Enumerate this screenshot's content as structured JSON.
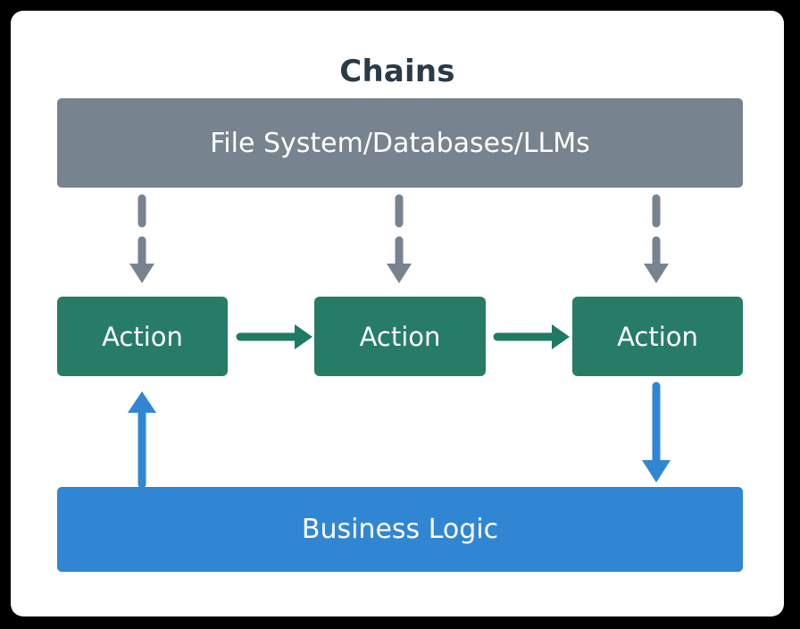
{
  "diagram": {
    "title": "Chains",
    "title_color": "#2b3a47",
    "background_color": "#000000",
    "card_color": "#ffffff",
    "nodes": {
      "source_bar": {
        "label": "File System/Databases/LLMs",
        "color": "#77838f",
        "text_color": "#ffffff"
      },
      "business_bar": {
        "label": "Business Logic",
        "color": "#3186d4",
        "text_color": "#ffffff"
      },
      "actions": [
        {
          "label": "Action",
          "color": "#277c68",
          "text_color": "#ffffff"
        },
        {
          "label": "Action",
          "color": "#277c68",
          "text_color": "#ffffff"
        },
        {
          "label": "Action",
          "color": "#277c68",
          "text_color": "#ffffff"
        }
      ]
    },
    "connectors": {
      "source_to_action": {
        "style": "dashed",
        "color": "#77838f",
        "direction": "down",
        "count": 3
      },
      "action_to_action": {
        "style": "solid",
        "color": "#1e7a64",
        "direction": "right",
        "count": 2
      },
      "business_to_action": {
        "style": "solid",
        "color": "#3186d4",
        "direction": "up",
        "count": 1
      },
      "action_to_business": {
        "style": "solid",
        "color": "#3186d4",
        "direction": "down",
        "count": 1
      }
    }
  }
}
